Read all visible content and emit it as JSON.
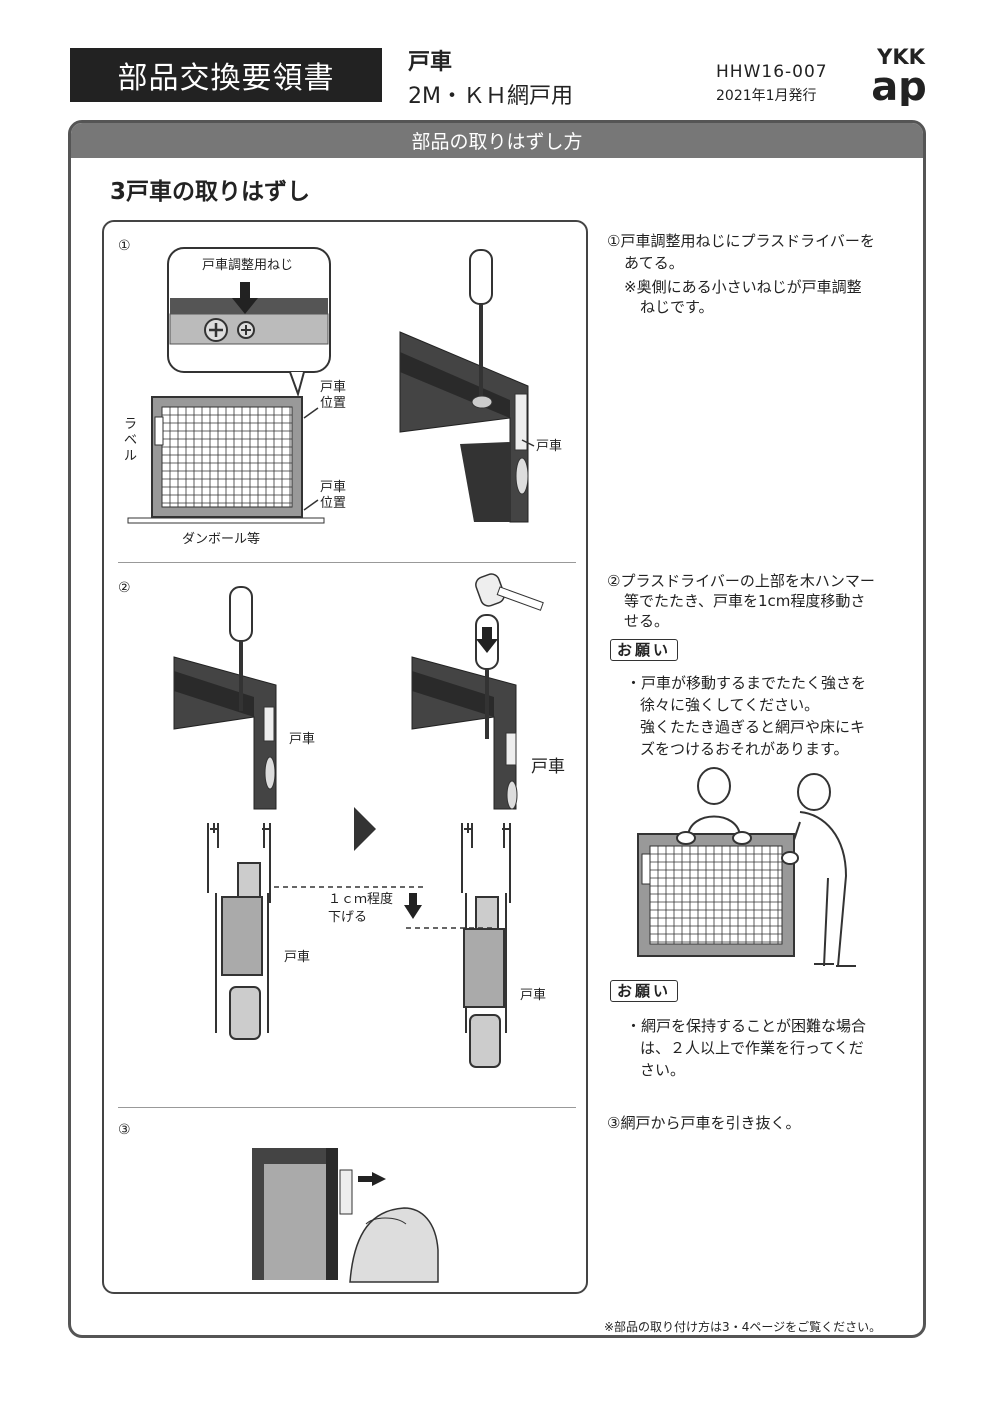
{
  "header": {
    "title": "部品交換要領書",
    "product": "戸車",
    "model": "2M・ＫＨ網戸用",
    "doc_number": "HHW16-007",
    "issue_date": "2021年1月発行",
    "logo_top": "YKK",
    "logo_bottom": "ap"
  },
  "band_title": "部品の取りはずし方",
  "section_title": "3戸車の取りはずし",
  "illustration_labels": {
    "step1_mark": "①",
    "step2_mark": "②",
    "step3_mark": "③",
    "adjust_screw": "戸車調整用ねじ",
    "roller_pos_top_1": "戸車",
    "roller_pos_top_2": "位置",
    "roller_pos_bottom_1": "戸車",
    "roller_pos_bottom_2": "位置",
    "label_vertical": "ラベル",
    "cardboard": "ダンボール等",
    "roller_1": "戸車",
    "roller_2a": "戸車",
    "roller_2b": "戸車",
    "roller_2c": "戸車",
    "roller_2d": "戸車",
    "lower_1": "１ｃｍ程度",
    "lower_2": "下げる"
  },
  "instructions": {
    "step1_line1": "①戸車調整用ねじにプラスドライバーを",
    "step1_line2": "あてる。",
    "step1_note1": "※奥側にある小さいねじが戸車調整",
    "step1_note2": "ねじです。",
    "step2_line1": "②プラスドライバーの上部を木ハンマー",
    "step2_line2": "等でたたき、戸車を1cm程度移動さ",
    "step2_line3": "せる。",
    "request_label": "お願い",
    "request1_line1": "・戸車が移動するまでたたく強さを",
    "request1_line2": "徐々に強くしてください。",
    "request1_line3": "強くたたき過ぎると網戸や床にキ",
    "request1_line4": "ズをつけるおそれがあります。",
    "request_label_2": "お願い",
    "request2_line1": "・網戸を保持することが困難な場合",
    "request2_line2": "は、２人以上で作業を行ってくだ",
    "request2_line3": "さい。",
    "step3_line1": "③網戸から戸車を引き抜く。"
  },
  "footer": "※部品の取り付け方は3・4ページをご覧ください。"
}
